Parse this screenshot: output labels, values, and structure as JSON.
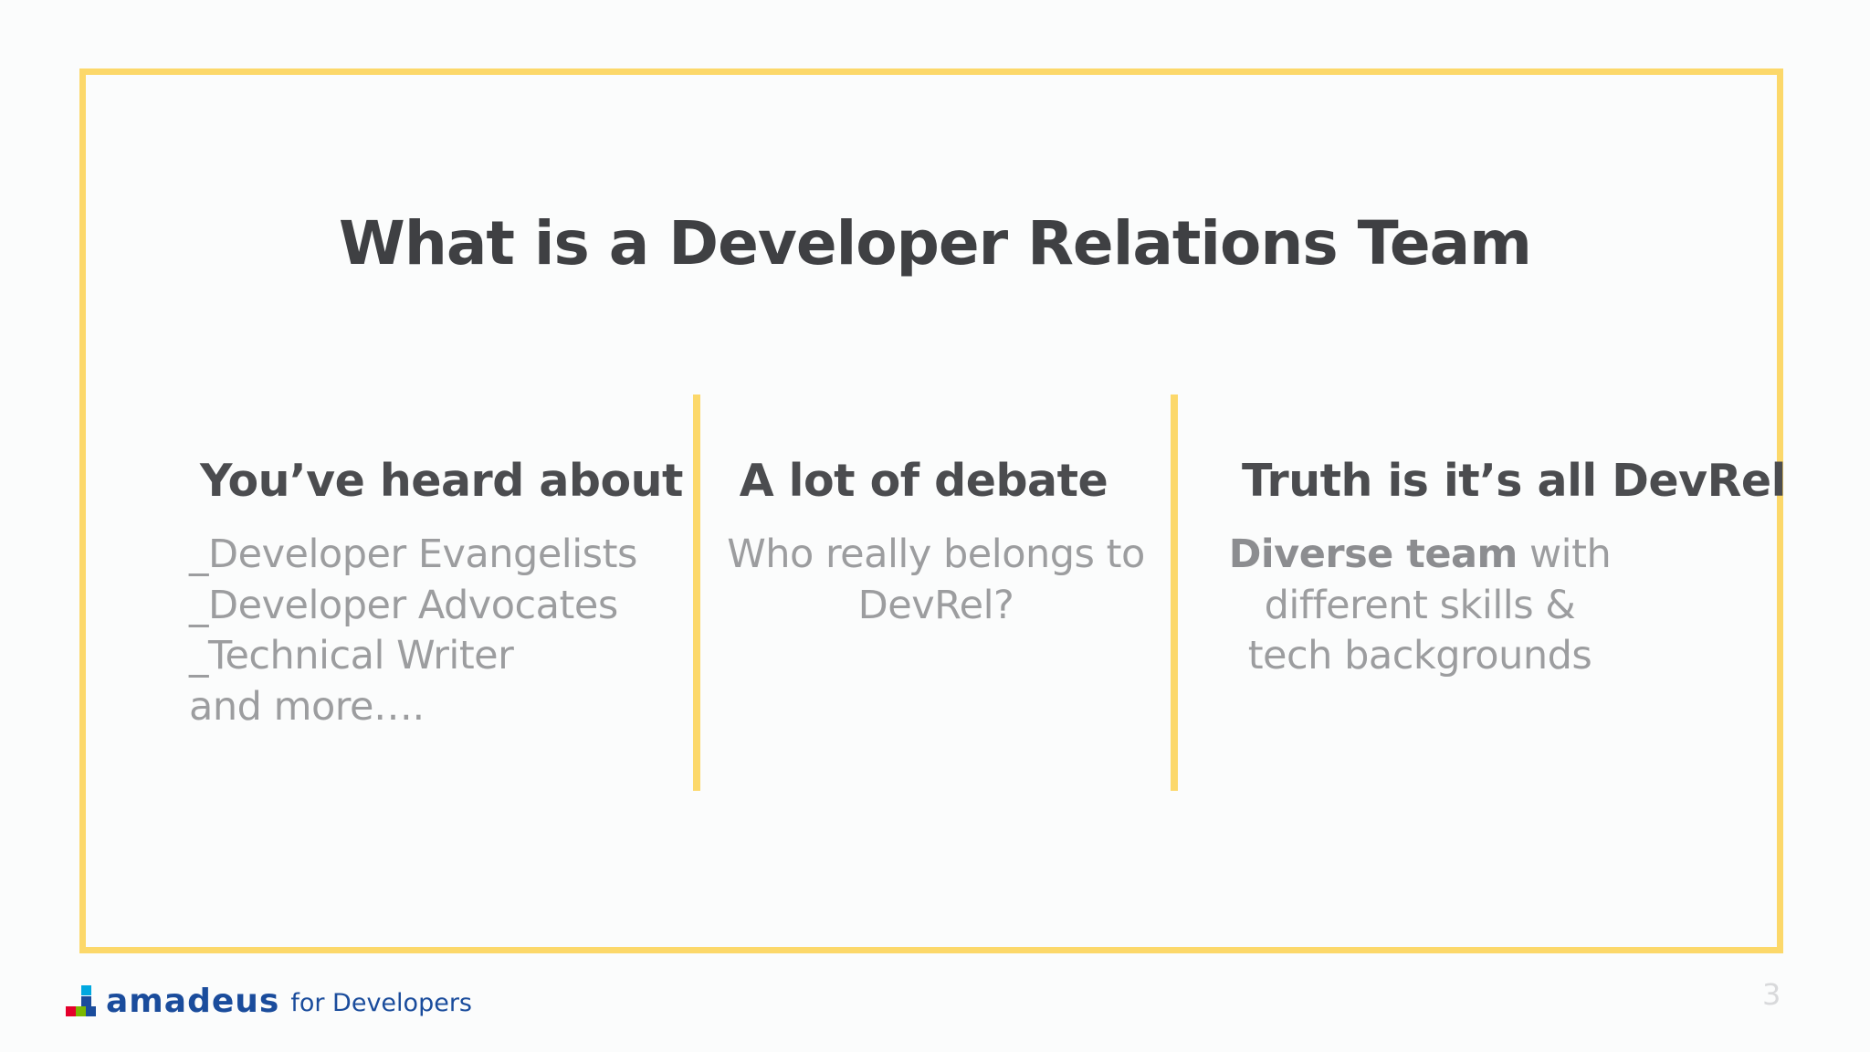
{
  "slide": {
    "title": "What is a Developer Relations Team",
    "page_number": "3"
  },
  "columns": [
    {
      "heading": "You’ve heard about",
      "lines": [
        "_Developer Evangelists",
        "_Developer Advocates",
        "_Technical Writer",
        "and more…."
      ]
    },
    {
      "heading": "A lot of debate",
      "lines": [
        "Who really belongs to",
        "DevRel?"
      ]
    },
    {
      "heading": "Truth is it’s all DevRel",
      "emphasis": "Diverse team",
      "line1_rest": " with",
      "lines": [
        "different skills &",
        "tech backgrounds"
      ]
    }
  ],
  "logo": {
    "brand": "amadeus",
    "sub": "for Developers",
    "colors": [
      "#1a4c9c",
      "#00a8e0",
      "#e4002b",
      "#7ab800"
    ]
  },
  "colors": {
    "accent": "#fcd86a",
    "title": "#3f4043",
    "body_text": "#9c9d9f",
    "brand": "#1a4c9c"
  }
}
